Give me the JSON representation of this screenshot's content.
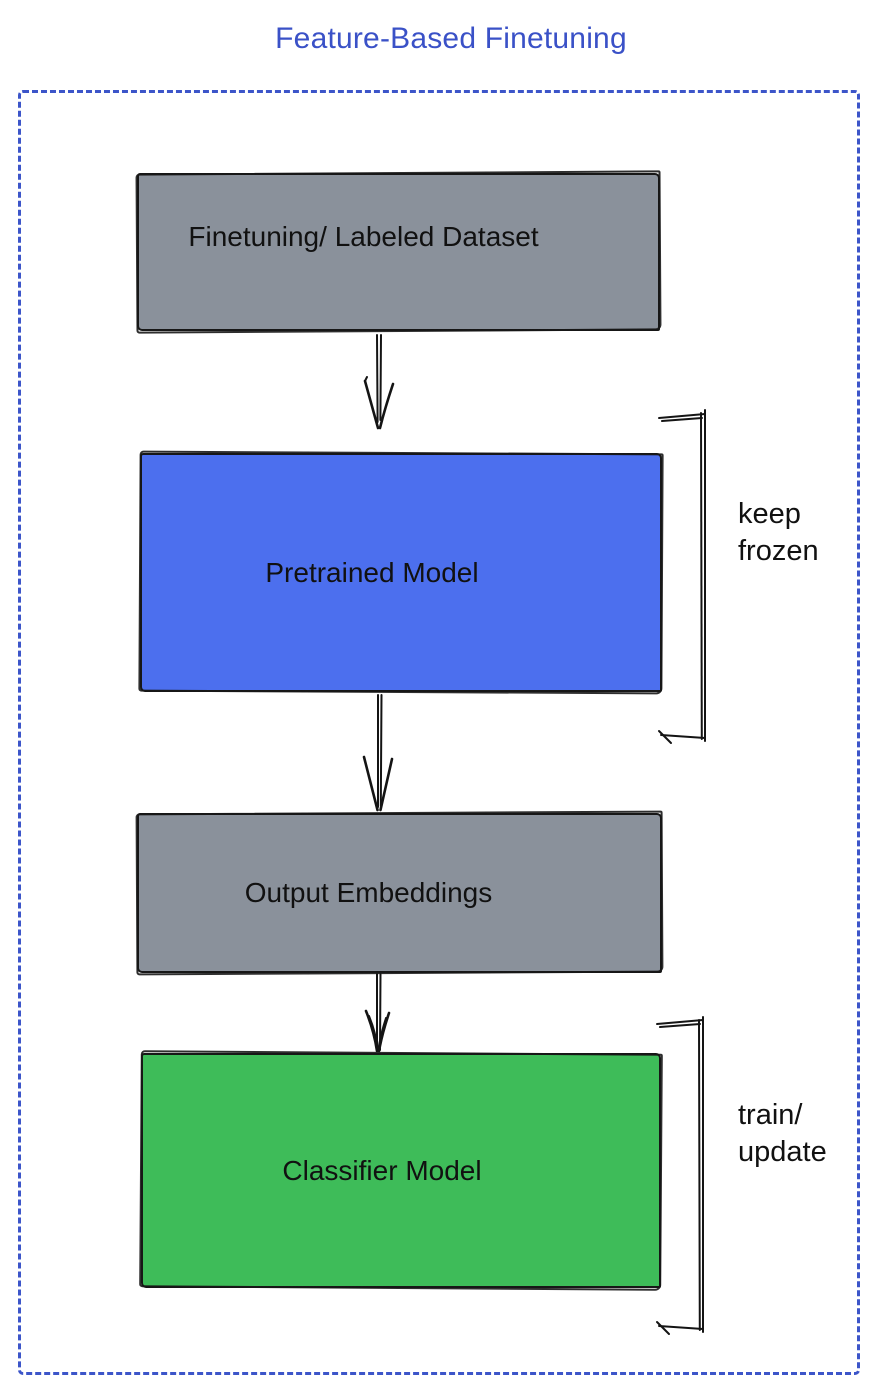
{
  "title": "Feature-Based Finetuning",
  "colors": {
    "title_text": "#3A51C7",
    "dashed_frame": "#3C55C9",
    "node_gray": "#8A919B",
    "node_blue": "#4C6FEE",
    "node_green": "#3EBC59",
    "stroke": "#141414",
    "label_text": "#111111"
  },
  "diagram": {
    "nodes": [
      {
        "id": "finetuning-dataset",
        "label": "Finetuning/ Labeled Dataset",
        "fill": "#8A919B"
      },
      {
        "id": "pretrained-model",
        "label": "Pretrained Model",
        "fill": "#4C6FEE"
      },
      {
        "id": "output-embeddings",
        "label": "Output Embeddings",
        "fill": "#8A919B"
      },
      {
        "id": "classifier-model",
        "label": "Classifier Model",
        "fill": "#3EBC59"
      }
    ],
    "edges": [
      {
        "from": "finetuning-dataset",
        "to": "pretrained-model",
        "style": "hand-drawn-double-arrow-down"
      },
      {
        "from": "pretrained-model",
        "to": "output-embeddings",
        "style": "hand-drawn-double-arrow-down"
      },
      {
        "from": "output-embeddings",
        "to": "classifier-model",
        "style": "hand-drawn-double-arrow-down"
      }
    ],
    "annotations": [
      {
        "target": "pretrained-model",
        "line1": "keep",
        "line2": "frozen"
      },
      {
        "target": "classifier-model",
        "line1": "train/",
        "line2": "update"
      }
    ]
  }
}
